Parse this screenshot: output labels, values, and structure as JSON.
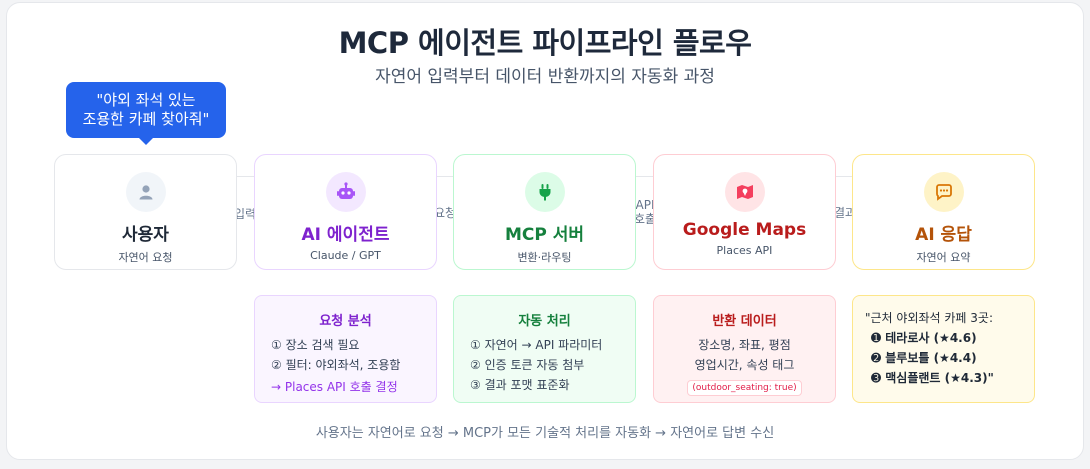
{
  "header": {
    "title": "MCP 에이전트 파이프라인 플로우",
    "subtitle": "자연어 입력부터 데이터 반환까지의 자동화 과정"
  },
  "user_bubble": {
    "line1": "\"야외 좌석 있는",
    "line2": "조용한 카페 찾아줘\""
  },
  "connectors": {
    "c1": "입력",
    "c2": "요청",
    "c3_line1": "API",
    "c3_line2": "호출",
    "c4": "결과"
  },
  "cards": [
    {
      "title": "사용자",
      "subtitle": "자연어 요청",
      "icon": "user-icon",
      "color": "#1f2937"
    },
    {
      "title": "AI 에이전트",
      "subtitle": "Claude / GPT",
      "icon": "robot-icon",
      "color": "#7e22ce"
    },
    {
      "title": "MCP 서버",
      "subtitle": "변환·라우팅",
      "icon": "plug-icon",
      "color": "#15803d"
    },
    {
      "title": "Google Maps",
      "subtitle": "Places API",
      "icon": "map-icon",
      "color": "#b91c1c"
    },
    {
      "title": "AI 응답",
      "subtitle": "자연어 요약",
      "icon": "chat-icon",
      "color": "#b45309"
    }
  ],
  "details": {
    "analysis": {
      "title": "요청 분석",
      "items": [
        "① 장소 검색 필요",
        "② 필터: 야외좌석, 조용함"
      ],
      "result": "→ Places API 호출 결정"
    },
    "processing": {
      "title": "자동 처리",
      "items": [
        "① 자연어 → API 파라미터",
        "② 인증 토큰 자동 첨부",
        "③ 결과 포맷 표준화"
      ]
    },
    "returned": {
      "title": "반환 데이터",
      "line1": "장소명, 좌표, 평점",
      "line2": "영업시간, 속성 태그",
      "tag": "(outdoor_seating: true)"
    },
    "response": {
      "intro": "\"근처 야외좌석 카페 3곳:",
      "items": [
        "➊ 테라로사 (★4.6)",
        "➋ 블루보틀 (★4.4)",
        "➌ 맥심플랜트 (★4.3)\""
      ]
    }
  },
  "footer": "사용자는 자연어로 요청 →  MCP가 모든 기술적 처리를 자동화 → 자연어로 답변 수신"
}
